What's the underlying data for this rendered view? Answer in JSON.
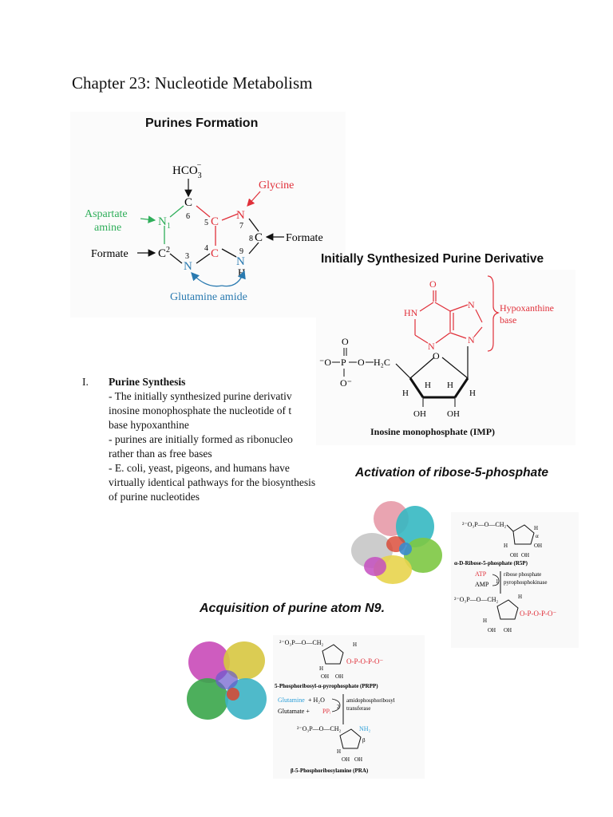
{
  "page": {
    "title": "Chapter 23: Nucleotide Metabolism"
  },
  "purines_formation": {
    "heading": "Purines Formation",
    "hco3": "HCO",
    "hco3_sub": "3",
    "hco3_sup": "−",
    "glycine": "Glycine",
    "aspartate_line1": "Aspartate",
    "aspartate_line2": "amine",
    "formate_left": "Formate",
    "formate_right": "Formate",
    "glutamine": "Glutamine amide",
    "atoms": {
      "n1": "N",
      "n1_num": "1",
      "c2": "C",
      "c2_num": "2",
      "n3": "N",
      "n3_num": "3",
      "c4": "C",
      "c4_num": "4",
      "c5": "C",
      "c5_num": "5",
      "c6": "C",
      "c6_num": "6",
      "n7": "N",
      "n7_num": "7",
      "c8": "C",
      "c8_num": "8",
      "n9": "N",
      "n9_num": "9",
      "h": "H"
    },
    "colors": {
      "glycine": "#e0303a",
      "aspartate": "#2fae5a",
      "glutamine": "#2a7ab0",
      "ring": "#111111"
    }
  },
  "imp": {
    "heading": "Initially Synthesized Purine Derivative",
    "hypoxanthine_line1": "Hypoxanthine",
    "hypoxanthine_line2": "base",
    "caption": "Inosine monophosphate (IMP)",
    "o_top": "O",
    "hn": "HN",
    "n1": "N",
    "n2": "N",
    "n3": "N",
    "phosphate_o_minus": "⁻O",
    "phosphate_p": "P",
    "phosphate_o": "O",
    "phosphate_om": "O⁻",
    "ch2": "H₂C",
    "ring_o": "O",
    "h": "H",
    "oh": "OH"
  },
  "section_one": {
    "number": "I.",
    "title": "Purine Synthesis",
    "lines": [
      "- The initially synthesized purine derivativ",
      "inosine monophosphate the nucleotide of t",
      "base hypoxanthine",
      "- purines are initially formed as ribonucleo",
      "rather than as free bases",
      "- E. coli, yeast, pigeons, and humans have",
      "virtually identical pathways for the biosynthesis",
      "of purine nucleotides"
    ]
  },
  "activation": {
    "heading": "Activation of ribose-5-phosphate",
    "r5p_label": "α-D-Ribose-5-phosphate (R5P)",
    "atp": "ATP",
    "amp": "AMP",
    "step": "1",
    "enzyme_line1": "ribose phosphate",
    "enzyme_line2": "pyrophosphokinase",
    "phosphate_prefix": "²⁻O₃P—O—CH₂",
    "oh": "OH",
    "h": "H",
    "alpha": "α"
  },
  "acquisition": {
    "heading": "Acquisition of purine atom N9.",
    "prpp_label": "5-Phosphoribosyl-α-pyrophosphate (PRPP)",
    "glutamine": "Glutamine",
    "h2o": "+ H₂O",
    "glutamate": "Glutamate +",
    "ppi": "PPᵢ",
    "step": "2",
    "enzyme_line1": "amidophosphoribosyl",
    "enzyme_line2": "transferase",
    "pra_label": "β-5-Phosphoribosylamine (PRA)",
    "nh2": "NH₂",
    "beta": "β",
    "phosphate_prefix": "²⁻O₃P—O—CH₂",
    "oh": "OH",
    "h": "H"
  }
}
